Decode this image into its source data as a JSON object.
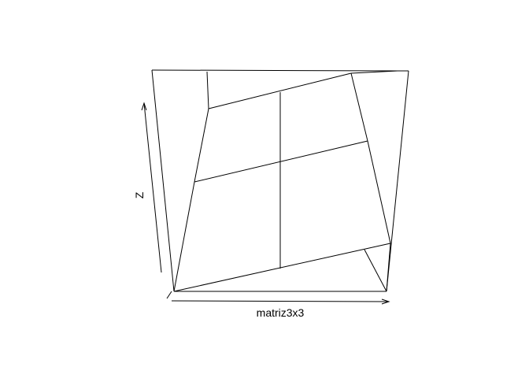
{
  "chart_data": {
    "type": "surface",
    "render": "persp",
    "xlabel": "matriz3x3",
    "zlabel": "Z",
    "grid_size": [
      3,
      3
    ],
    "color": "#000000",
    "background": "#ffffff"
  }
}
